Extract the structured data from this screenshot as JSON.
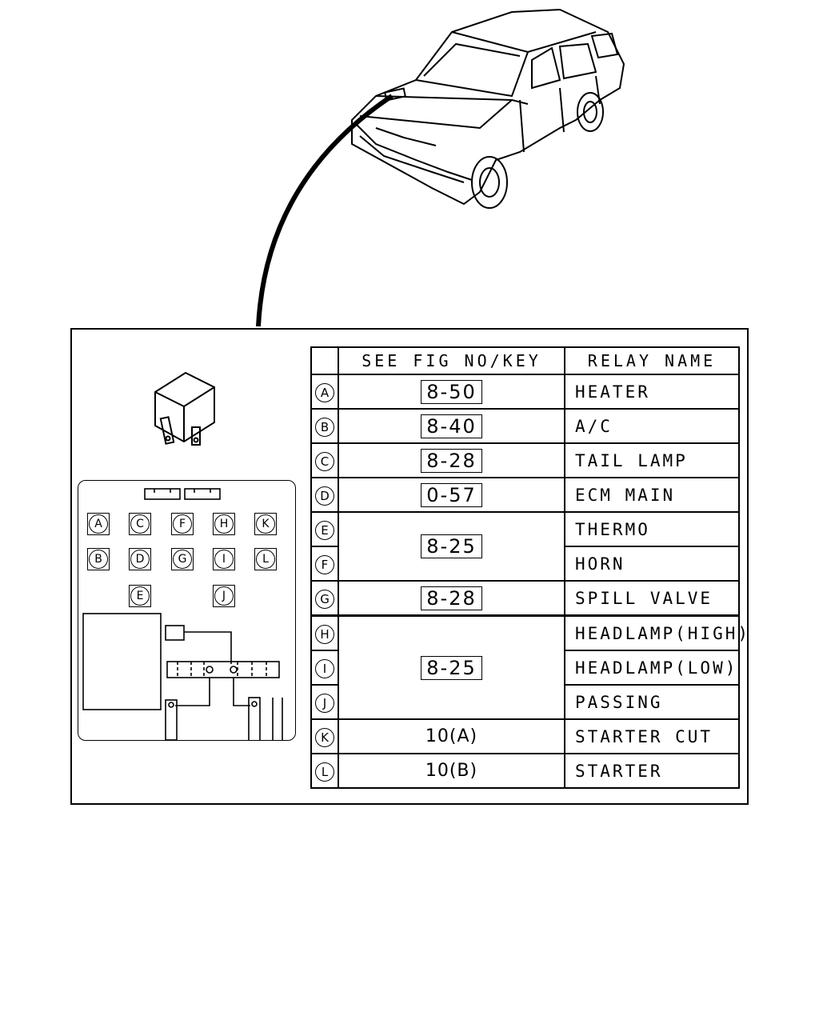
{
  "table": {
    "header_fig": "SEE FIG NO/KEY",
    "header_name": "RELAY NAME",
    "rows": [
      {
        "key": "A",
        "fig": "8-50",
        "name": "HEATER"
      },
      {
        "key": "B",
        "fig": "8-40",
        "name": "A/C"
      },
      {
        "key": "C",
        "fig": "8-28",
        "name": "TAIL LAMP"
      },
      {
        "key": "D",
        "fig": "0-57",
        "name": "ECM MAIN"
      },
      {
        "key": "E",
        "fig": "8-25",
        "name": "THERMO"
      },
      {
        "key": "F",
        "fig": "",
        "name": "HORN"
      },
      {
        "key": "G",
        "fig": "8-28",
        "name": "SPILL VALVE"
      },
      {
        "key": "H",
        "fig": "8-25",
        "name": "HEADLAMP(HIGH)"
      },
      {
        "key": "I",
        "fig": "",
        "name": "HEADLAMP(LOW)"
      },
      {
        "key": "J",
        "fig": "",
        "name": "PASSING"
      },
      {
        "key": "K",
        "fig": "10(A)",
        "name": "STARTER CUT"
      },
      {
        "key": "L",
        "fig": "10(B)",
        "name": "STARTER"
      }
    ]
  },
  "panel": {
    "slots": [
      "A",
      "C",
      "F",
      "H",
      "K",
      "B",
      "D",
      "G",
      "I",
      "L",
      "E",
      "J"
    ]
  },
  "icons": {
    "vehicle": "suv-icon",
    "relay": "relay-icon",
    "relay_box": "relay-box-layout"
  }
}
